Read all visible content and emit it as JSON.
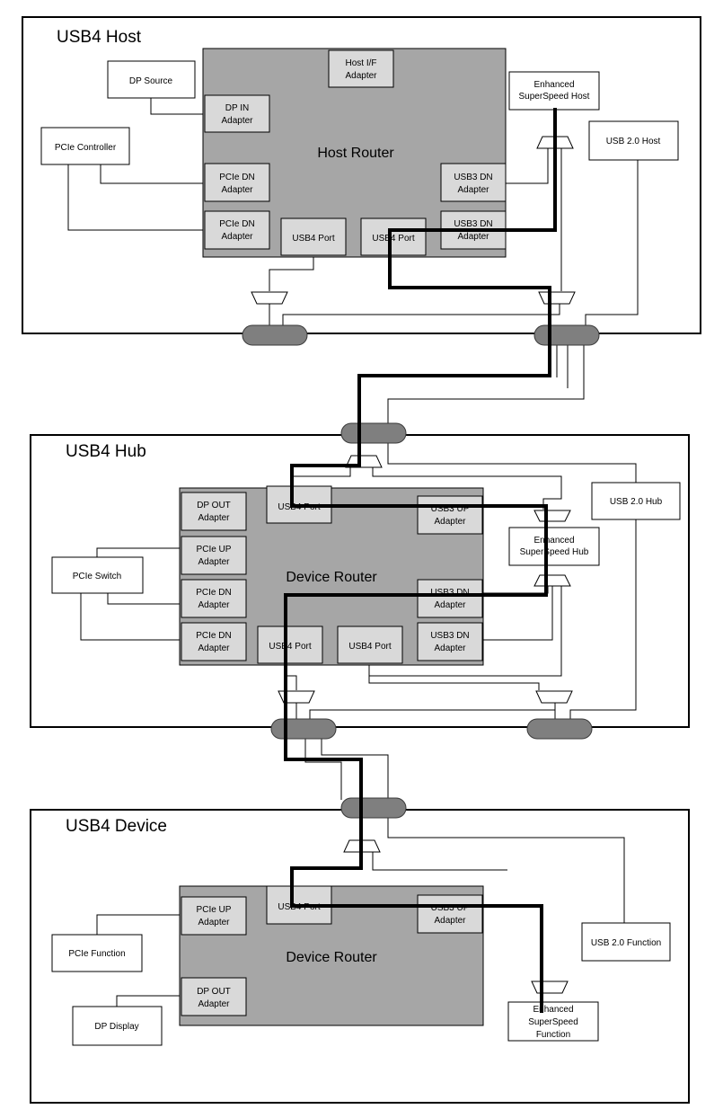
{
  "host": {
    "title": "USB4 Host",
    "router": "Host Router",
    "dp_source": "DP Source",
    "pcie_controller": "PCIe Controller",
    "enhanced_host": [
      "Enhanced",
      "SuperSpeed Host"
    ],
    "usb2_host": "USB 2.0 Host",
    "host_if_adapter": [
      "Host I/F",
      "Adapter"
    ],
    "dp_in_adapter": [
      "DP IN",
      "Adapter"
    ],
    "pcie_dn_adapter_1": [
      "PCIe DN",
      "Adapter"
    ],
    "pcie_dn_adapter_2": [
      "PCIe DN",
      "Adapter"
    ],
    "usb3_dn_adapter_1": [
      "USB3 DN",
      "Adapter"
    ],
    "usb3_dn_adapter_2": [
      "USB3 DN",
      "Adapter"
    ],
    "usb4_port_1": "USB4 Port",
    "usb4_port_2": "USB4 Port"
  },
  "hub": {
    "title": "USB4 Hub",
    "router": "Device Router",
    "pcie_switch": "PCIe Switch",
    "usb2_hub": "USB 2.0 Hub",
    "enhanced_hub": [
      "Enhanced",
      "SuperSpeed Hub"
    ],
    "usb4_port_up": "USB4 Port",
    "dp_out_adapter": [
      "DP OUT",
      "Adapter"
    ],
    "pcie_up_adapter": [
      "PCIe UP",
      "Adapter"
    ],
    "pcie_dn_adapter_1": [
      "PCIe DN",
      "Adapter"
    ],
    "pcie_dn_adapter_2": [
      "PCIe DN",
      "Adapter"
    ],
    "usb3_up_adapter": [
      "USB3 UP",
      "Adapter"
    ],
    "usb3_dn_adapter_1": [
      "USB3 DN",
      "Adapter"
    ],
    "usb3_dn_adapter_2": [
      "USB3 DN",
      "Adapter"
    ],
    "usb4_port_dn_1": "USB4 Port",
    "usb4_port_dn_2": "USB4 Port"
  },
  "device": {
    "title": "USB4 Device",
    "router": "Device Router",
    "usb4_port": "USB4 Port",
    "pcie_up_adapter": [
      "PCIe UP",
      "Adapter"
    ],
    "dp_out_adapter": [
      "DP OUT",
      "Adapter"
    ],
    "usb3_up_adapter": [
      "USB3 UP",
      "Adapter"
    ],
    "pcie_function": "PCIe Function",
    "dp_display": "DP Display",
    "usb2_function": "USB 2.0 Function",
    "enhanced_function": [
      "Enhanced",
      "SuperSpeed",
      "Function"
    ]
  }
}
